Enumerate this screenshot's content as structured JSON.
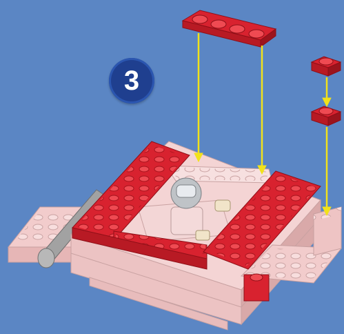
{
  "instruction": {
    "step_number": "3"
  },
  "colors": {
    "background": "#5b86c4",
    "badge": "#1f3f8f",
    "brick_red": "#d8222f",
    "brick_pink": "#f2c9c9",
    "arrow": "#f2e21a",
    "gray": "#9a9a9a"
  },
  "parts": [
    {
      "name": "red-plate-1x4",
      "count": 1
    },
    {
      "name": "red-plate-1x1",
      "count": 2
    }
  ]
}
